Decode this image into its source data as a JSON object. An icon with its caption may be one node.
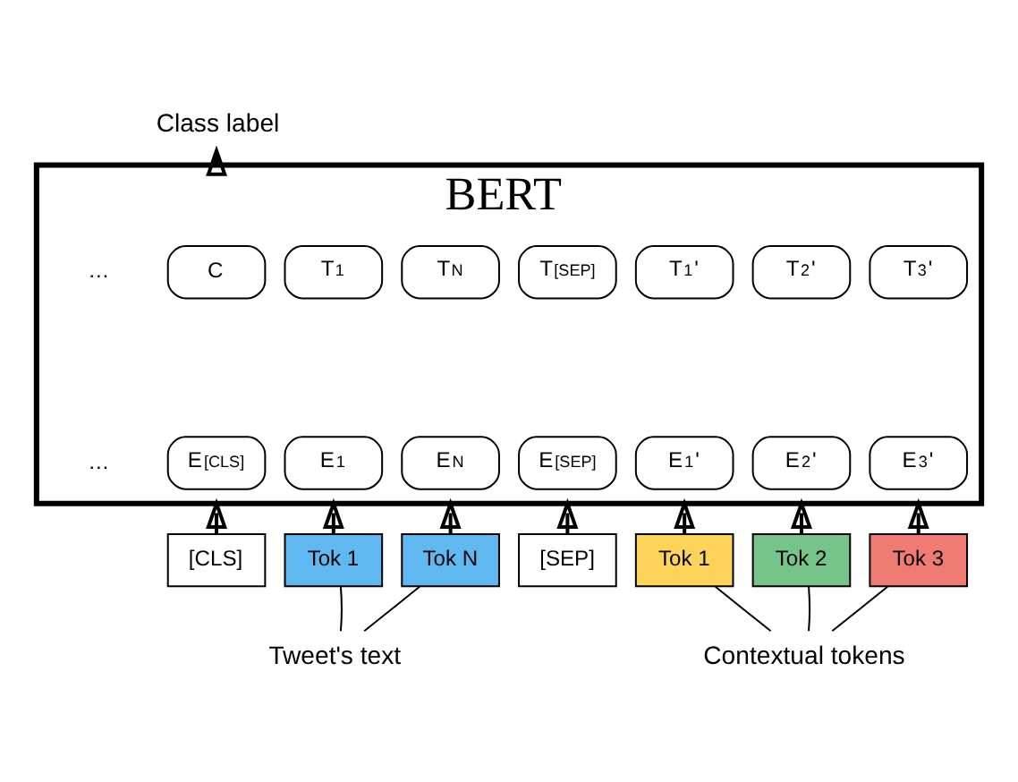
{
  "diagram": {
    "nodes": [
      {
        "text": [
          "BERT"
        ]
      },
      {
        "text": [
          "C"
        ],
        "in": 0
      },
      {
        "text": [
          "T$_{1}$"
        ],
        "in": 0
      },
      {
        "text": [
          "T$_{N}$"
        ],
        "in": 0
      },
      {
        "text": [
          "T$_{[SEP]}$"
        ],
        "in": 0
      },
      {
        "text": [
          "T$_{1}$'"
        ],
        "in": 0
      },
      {
        "text": [
          "T$_{2}$'"
        ],
        "in": 0
      },
      {
        "text": [
          "T$_{3}$'"
        ],
        "in": 0
      },
      {
        "text": [
          "E$_{[CLS]}$"
        ],
        "in": 0
      },
      {
        "text": [
          "E$_{1}$"
        ],
        "in": 0
      },
      {
        "text": [
          "E$_{N}$"
        ],
        "in": 0
      },
      {
        "text": [
          "E$_{[SEP]}$"
        ],
        "in": 0
      },
      {
        "text": [
          "E$_{1}$'"
        ],
        "in": 0
      },
      {
        "text": [
          "E$_{2}$'"
        ],
        "in": 0
      },
      {
        "text": [
          "E$_{3}$'"
        ],
        "in": 0
      },
      {
        "text": [
          "[CLS]"
        ]
      },
      {
        "text": [
          "Tok 1"
        ]
      },
      {
        "text": [
          "Tok N"
        ]
      },
      {
        "text": [
          "[SEP]"
        ]
      },
      {
        "text": [
          "Tok 1"
        ]
      },
      {
        "text": [
          "Tok 2"
        ]
      },
      {
        "text": [
          "Tok 3"
        ]
      },
      {
        "text": [
          "Class label"
        ]
      },
      {
        "text": [
          "Tweet's text"
        ]
      },
      {
        "text": [
          "Contextual tokens"
        ]
      }
    ],
    "edges": [
      {
        "from": 0,
        "to": 22,
        "arrow": "to"
      },
      {
        "from": 15,
        "to": 0,
        "arrow": "to"
      },
      {
        "from": 16,
        "to": 0,
        "arrow": "to"
      },
      {
        "from": 17,
        "to": 0,
        "arrow": "to"
      },
      {
        "from": 18,
        "to": 0,
        "arrow": "to"
      },
      {
        "from": 19,
        "to": 0,
        "arrow": "to"
      },
      {
        "from": 20,
        "to": 0,
        "arrow": "to"
      },
      {
        "from": 21,
        "to": 0,
        "arrow": "to"
      },
      {
        "from": 16,
        "to": 23,
        "arrow": "none"
      },
      {
        "from": 17,
        "to": 23,
        "arrow": "none"
      },
      {
        "from": 19,
        "to": 24,
        "arrow": "none"
      },
      {
        "from": 20,
        "to": 24,
        "arrow": "none"
      },
      {
        "from": 21,
        "to": 24,
        "arrow": "none"
      }
    ],
    "labels": [
      "…",
      "…"
    ]
  }
}
